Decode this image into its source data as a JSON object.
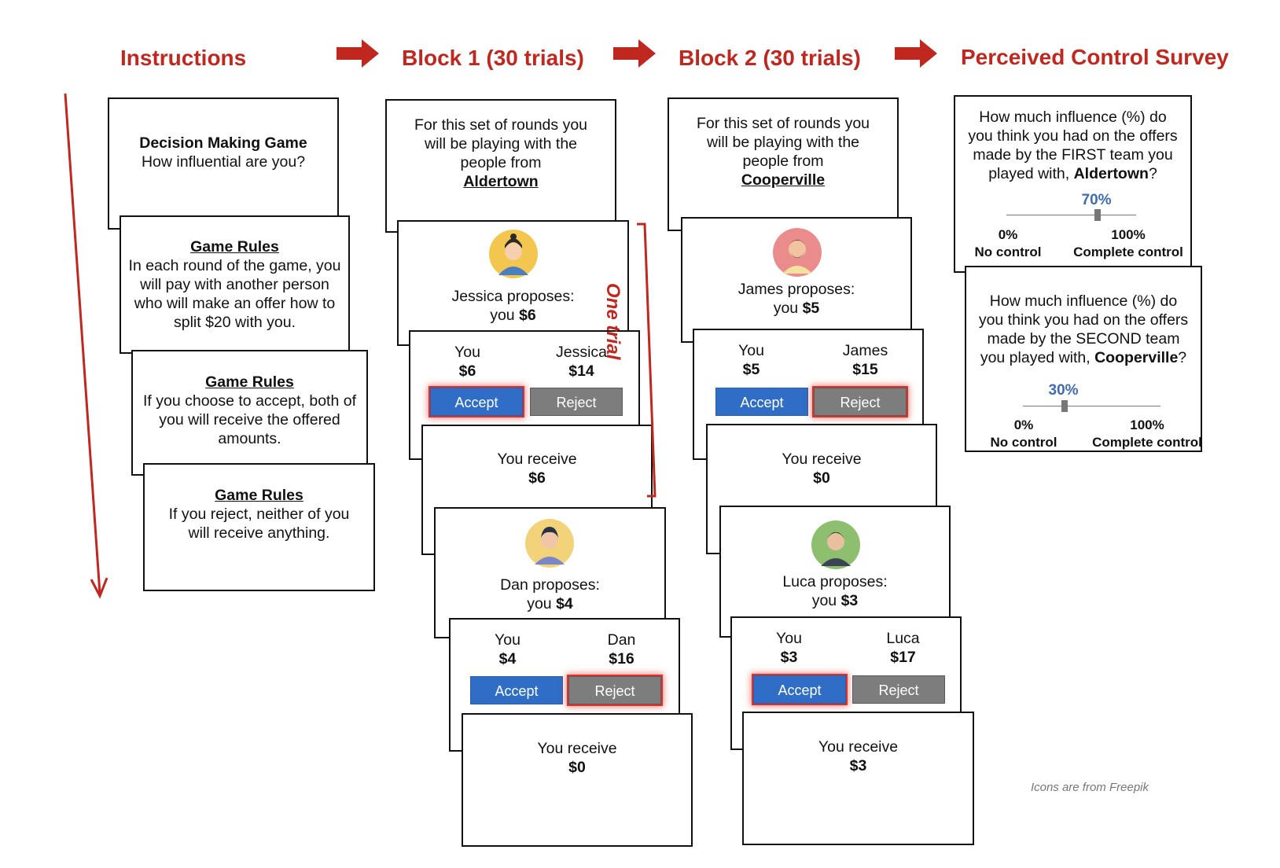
{
  "headers": {
    "instructions": "Instructions",
    "block1": "Block 1 (30 trials)",
    "block2": "Block 2 (30 trials)",
    "survey": "Perceived Control Survey"
  },
  "instructions": {
    "card1": {
      "title": "Decision Making Game",
      "subtitle": "How influential are you?"
    },
    "card2": {
      "title": "Game Rules",
      "body": "In each round of the game, you will pay with another person who will make an offer how to split $20 with you."
    },
    "card3": {
      "title": "Game Rules",
      "body": "If you choose to accept, both of you will receive the offered amounts."
    },
    "card4": {
      "title": "Game Rules",
      "body": "If you reject, neither of you will receive anything."
    }
  },
  "block1": {
    "intro": "For this set of rounds you will be playing with the people from",
    "town": "Aldertown",
    "trial_label": "One trial",
    "trials": [
      {
        "proposer": "Jessica",
        "proposes_text": "Jessica proposes:",
        "you_text": "you",
        "offer": "$6",
        "you_label": "You",
        "you_amount": "$6",
        "other_label": "Jessica",
        "other_amount": "$14",
        "accept": "Accept",
        "reject": "Reject",
        "choice": "accept",
        "receive_label": "You receive",
        "receive_amount": "$6"
      },
      {
        "proposer": "Dan",
        "proposes_text": "Dan proposes:",
        "you_text": "you",
        "offer": "$4",
        "you_label": "You",
        "you_amount": "$4",
        "other_label": "Dan",
        "other_amount": "$16",
        "accept": "Accept",
        "reject": "Reject",
        "choice": "reject",
        "receive_label": "You receive",
        "receive_amount": "$0"
      }
    ]
  },
  "block2": {
    "intro": "For this set of rounds you will be playing with the people from",
    "town": "Cooperville",
    "trials": [
      {
        "proposer": "James",
        "proposes_text": "James proposes:",
        "you_text": "you",
        "offer": "$5",
        "you_label": "You",
        "you_amount": "$5",
        "other_label": "James",
        "other_amount": "$15",
        "accept": "Accept",
        "reject": "Reject",
        "choice": "reject",
        "receive_label": "You receive",
        "receive_amount": "$0"
      },
      {
        "proposer": "Luca",
        "proposes_text": "Luca proposes:",
        "you_text": "you",
        "offer": "$3",
        "you_label": "You",
        "you_amount": "$3",
        "other_label": "Luca",
        "other_amount": "$17",
        "accept": "Accept",
        "reject": "Reject",
        "choice": "accept",
        "receive_label": "You receive",
        "receive_amount": "$3"
      }
    ]
  },
  "survey": {
    "q1": {
      "pre": "How much influence (%) do you think you had on the offers made by the FIRST team you played with,",
      "team": "Aldertown",
      "post": "?",
      "value_text": "70%",
      "value": 0.7,
      "min_pct": "0%",
      "min_label": "No control",
      "max_pct": "100%",
      "max_label": "Complete control"
    },
    "q2": {
      "pre": "How much influence (%) do you think you had on the offers made by the SECOND team you played with,",
      "team": "Cooperville",
      "post": "?",
      "value_text": "30%",
      "value": 0.3,
      "min_pct": "0%",
      "min_label": "No control",
      "max_pct": "100%",
      "max_label": "Complete control"
    }
  },
  "footer": "Icons are from Freepik",
  "colors": {
    "accent_red": "#c0281f",
    "accept_blue": "#2f6dc6",
    "reject_gray": "#7d7d7d",
    "survey_pct_blue": "#3f6cb0"
  }
}
